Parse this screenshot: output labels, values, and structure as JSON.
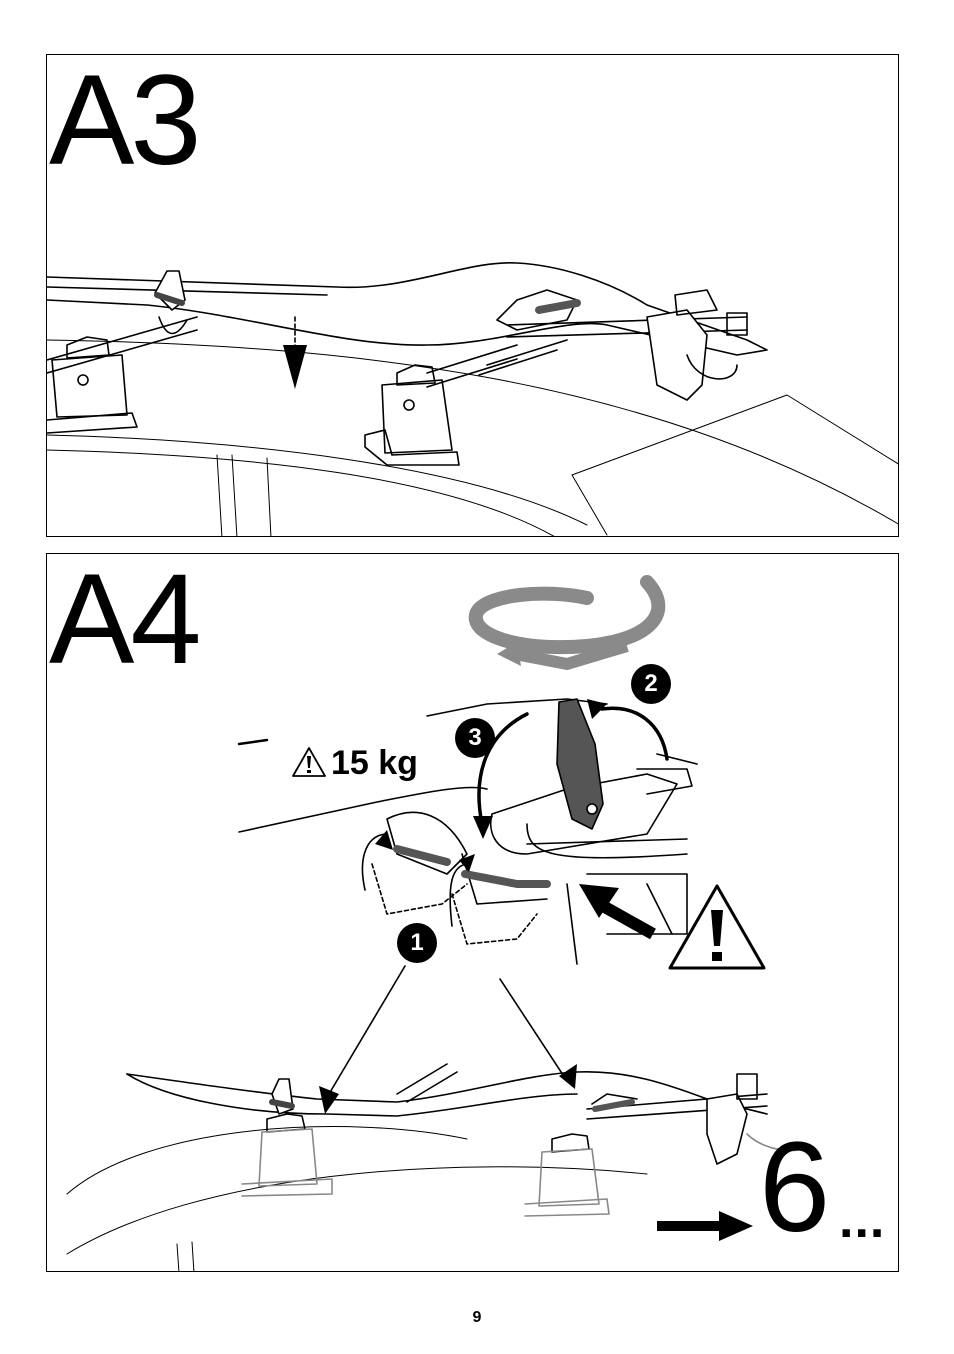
{
  "steps": [
    {
      "label": "A3"
    },
    {
      "label": "A4"
    }
  ],
  "a4": {
    "weight_limit": "15 kg",
    "callouts": [
      "1",
      "2",
      "3"
    ],
    "next_step_number": "6",
    "next_step_suffix": "..."
  },
  "icons": {
    "a3": [
      "roof-bar-foot-icon",
      "bike-carrier-icon",
      "dashed-down-arrow-icon"
    ],
    "a4": [
      "rotate-arrow-icon",
      "warning-triangle-icon",
      "arrow-right-icon"
    ]
  },
  "colors": {
    "ink": "#000000",
    "gray_accent": "#8a8a8a",
    "paper": "#ffffff"
  },
  "page_number": "9"
}
